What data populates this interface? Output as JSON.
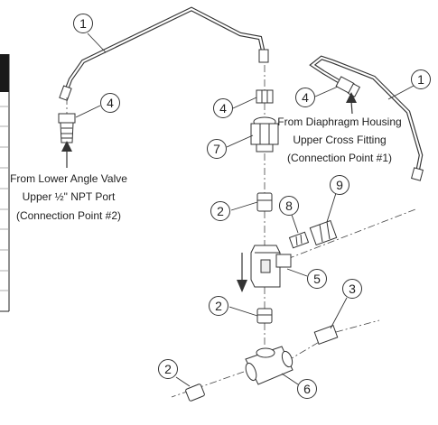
{
  "callouts": {
    "c1_left": "1",
    "c1_right": "1",
    "c2_upper": "2",
    "c2_middle": "2",
    "c2_lower": "2",
    "c3": "3",
    "c4_left": "4",
    "c4_center": "4",
    "c4_right": "4",
    "c5": "5",
    "c6": "6",
    "c7": "7",
    "c8": "8",
    "c9": "9"
  },
  "notes": {
    "left": [
      "From Lower Angle Valve",
      "Upper ½\" NPT Port",
      "(Connection Point #2)"
    ],
    "right": [
      "From Diaphragm Housing",
      "Upper Cross Fitting",
      "(Connection Point #1)"
    ]
  }
}
